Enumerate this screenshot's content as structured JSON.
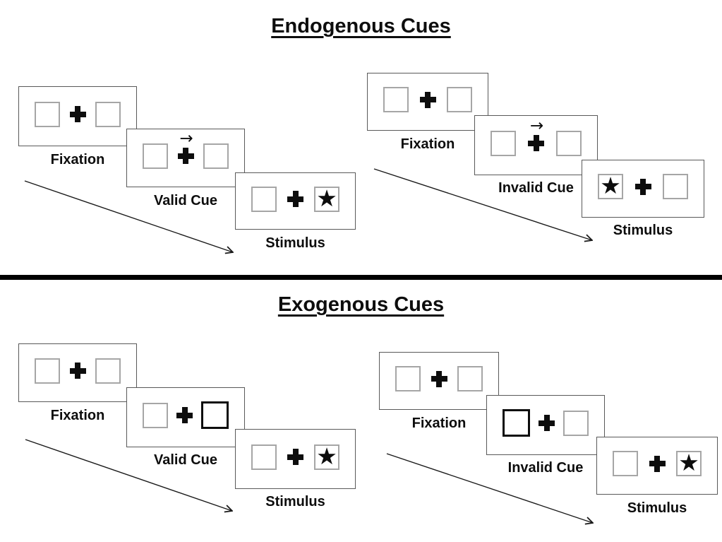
{
  "sections": [
    {
      "title": "Endogenous Cues",
      "sequences": [
        {
          "name": "valid-trial",
          "panels": [
            {
              "label": "Fixation",
              "left": "empty",
              "right": "empty",
              "cue": "none"
            },
            {
              "label": "Valid Cue",
              "left": "empty",
              "right": "empty",
              "cue": "arrow-right"
            },
            {
              "label": "Stimulus",
              "left": "empty",
              "right": "star",
              "cue": "none"
            }
          ]
        },
        {
          "name": "invalid-trial",
          "panels": [
            {
              "label": "Fixation",
              "left": "empty",
              "right": "empty",
              "cue": "none"
            },
            {
              "label": "Invalid Cue",
              "left": "empty",
              "right": "empty",
              "cue": "arrow-right"
            },
            {
              "label": "Stimulus",
              "left": "star",
              "right": "empty",
              "cue": "none"
            }
          ]
        }
      ]
    },
    {
      "title": "Exogenous Cues",
      "sequences": [
        {
          "name": "valid-trial",
          "panels": [
            {
              "label": "Fixation",
              "left": "empty",
              "right": "empty",
              "cue": "none"
            },
            {
              "label": "Valid Cue",
              "left": "empty",
              "right": "thick-box",
              "cue": "none"
            },
            {
              "label": "Stimulus",
              "left": "empty",
              "right": "star",
              "cue": "none"
            }
          ]
        },
        {
          "name": "invalid-trial",
          "panels": [
            {
              "label": "Fixation",
              "left": "empty",
              "right": "empty",
              "cue": "none"
            },
            {
              "label": "Invalid Cue",
              "left": "thick-box",
              "right": "empty",
              "cue": "none"
            },
            {
              "label": "Stimulus",
              "left": "empty",
              "right": "star",
              "cue": "none"
            }
          ]
        }
      ]
    }
  ],
  "symbols": {
    "star": "★",
    "cue_arrow": "→"
  },
  "colors": {
    "ink": "#0d0d0d",
    "panel_border": "#595959",
    "square_border": "#a6a6a6",
    "divider": "#000000"
  }
}
